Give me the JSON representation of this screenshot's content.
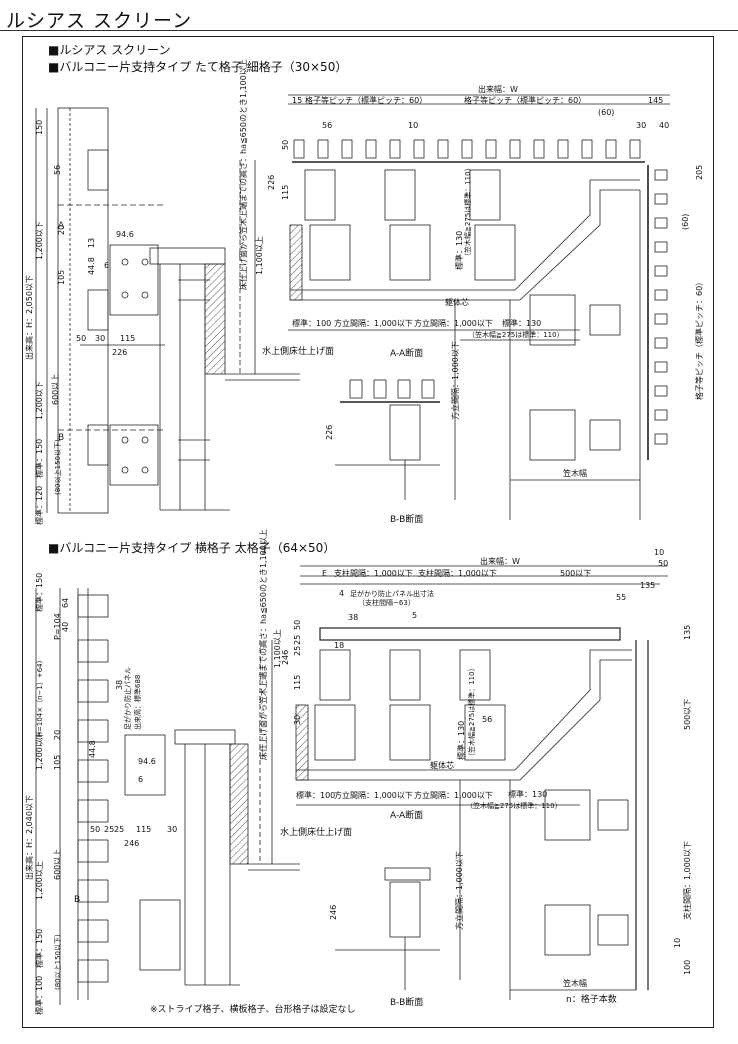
{
  "page_title": "ルシアス スクリーン",
  "headers": {
    "h1": "■ルシアス スクリーン",
    "h2": "■バルコニー片支持タイプ たて格子 細格子（30×50）",
    "h3": "■バルコニー片支持タイプ 横格子 太格子（64×50）"
  },
  "top": {
    "width_label": "出来幅：W",
    "pitch1": "格子等ピッチ（標準ピッチ：60）",
    "pitch2": "格子等ピッチ（標準ピッチ：60）",
    "pitch_side": "格子等ピッチ（標準ピッチ：60）",
    "d15": "15",
    "d145": "145",
    "d56": "56",
    "d10": "10",
    "d60a": "(60)",
    "d60b": "(60)",
    "d30": "30",
    "d40": "40",
    "d205": "205",
    "d226": "226",
    "d115": "115",
    "d50": "50",
    "section_aa": "A-A断面",
    "section_bb": "B-B断面",
    "beam_core": "躯体芯",
    "std130": "標準：130",
    "kasagi_gte": "（笠木幅≧275は標準：110）",
    "std130b": "標準：130",
    "kasagi_gte_b": "（笠木幅≧275は標準：110）",
    "std100": "標準：100",
    "post_interval": "方立間隔：1,000以下",
    "post_interval_b": "方立間隔：1,000以下",
    "post_interval_v": "方立間隔：1,000以下",
    "kasagi": "笠木幅",
    "floor": "水上側床仕上げ面",
    "height_note": "床仕上げ面から笠木上端までの高さ：ha≦650のとき1,100以上",
    "d1100": "1,100以上",
    "d150": "150",
    "d56v": "56",
    "dA": "A",
    "d1200": "1,200以下",
    "d2050": "出来高：H：2,050以下",
    "d105": "105",
    "d20": "20",
    "d13": "13",
    "d44": "44.8",
    "d94": "94.6",
    "d6": "6",
    "d50h": "50",
    "d30h": "30",
    "d115h": "115",
    "d226h": "226",
    "d1200b": "1,200以下",
    "d600": "600以上",
    "dB": "B",
    "d150b": "標準：150",
    "d80": "(80以上150以下)",
    "d120": "標準：120"
  },
  "bottom": {
    "width_label": "出来幅：W",
    "post1": "支柱間隔：1,000以下",
    "post2": "支柱間隔：1,000以下",
    "d500": "500以下",
    "d500v": "500以下",
    "dE": "E",
    "d10": "10",
    "d50": "50",
    "d135": "135",
    "d55": "55",
    "d135v": "135",
    "panel_note": "足がかり防止パネル出寸法",
    "panel_note2": "（支柱間隔−63）",
    "d4": "4",
    "d38": "38",
    "d18": "18",
    "d5": "5",
    "d246": "246",
    "d50v": "50",
    "d25a": "25",
    "d25b": "25",
    "d115": "115",
    "d30": "30",
    "d56": "56",
    "section_aa": "A-A断面",
    "section_bb": "B-B断面",
    "beam_core": "躯体芯",
    "std130": "標準：130",
    "kasagi_gte": "（笠木幅≧275は標準：110）",
    "std130b": "標準：130",
    "kasagi_gte_b": "（笠木幅≧275は標準：110）",
    "std100": "標準：100",
    "post_interval": "方立間隔：1,000以下",
    "post_interval_b": "方立間隔：1,000以下",
    "post_interval_v": "方立間隔：1,000以下",
    "support_v": "支柱間隔：1,000以下",
    "kasagi": "笠木幅",
    "floor": "水上側床仕上げ面",
    "height_note": "床仕上げ面から笠木上端までの高さ：ha≦650のとき1,100以上",
    "d1100": "1,100以上",
    "d150": "標準：150",
    "p104": "P=104",
    "d64": "64",
    "d40": "40",
    "d38v": "38",
    "panel_v": "足がかり防止パネル",
    "std688": "出来高：標準688",
    "dims_formula": "(H=104×（n−1）+64)",
    "d2040": "出来高：H：2,040以下",
    "d1200": "1,200以下",
    "d20": "20",
    "d105": "105",
    "d44": "44.8",
    "d94": "94.6",
    "d6": "6",
    "d50h": "50",
    "d25h": "25",
    "d25h2": "25",
    "d115h": "115",
    "d30h": "30",
    "d246h": "246",
    "d1200b": "1,200以上",
    "d600": "600以上",
    "dB": "B",
    "d150b": "標準：150",
    "d80": "(80以上150以下)",
    "d100": "標準：100",
    "d10b": "10",
    "d100b": "100",
    "footnote": "※ストライプ格子、横板格子、台形格子は設定なし",
    "n_note": "n：格子本数"
  }
}
